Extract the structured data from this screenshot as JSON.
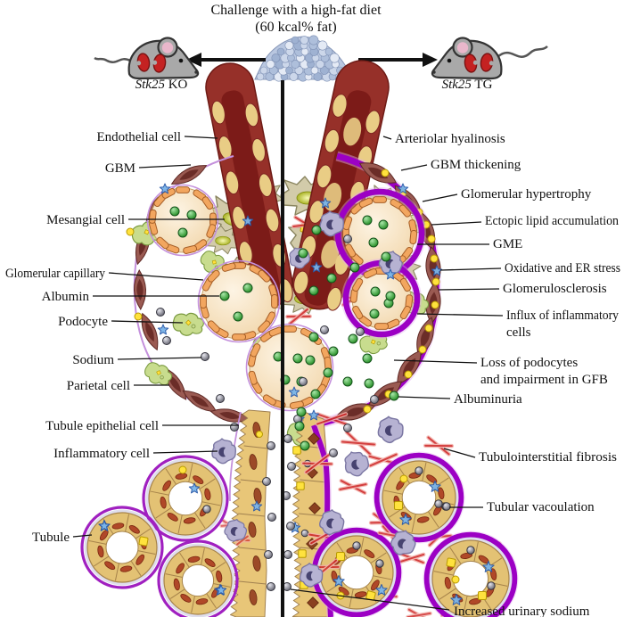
{
  "figure": {
    "title_line1": "Challenge with a high-fat diet",
    "title_line2": "(60 kcal% fat)",
    "left_model": {
      "gene": "Stk25",
      "type": " KO"
    },
    "right_model": {
      "gene": "Stk25",
      "type": " TG"
    }
  },
  "labels_left": [
    {
      "text": "Endothelial cell"
    },
    {
      "text": "GBM"
    },
    {
      "text": "Mesangial cell"
    },
    {
      "text": "Glomerular capillary"
    },
    {
      "text": "Albumin"
    },
    {
      "text": "Podocyte"
    },
    {
      "text": "Sodium"
    },
    {
      "text": "Parietal cell"
    },
    {
      "text": "Tubule epithelial cell"
    },
    {
      "text": "Inflammatory cell"
    },
    {
      "text": "Tubule"
    }
  ],
  "labels_right": [
    {
      "text": "Arteriolar hyalinosis"
    },
    {
      "text": "GBM thickening"
    },
    {
      "text": "Glomerular hypertrophy"
    },
    {
      "text": "Ectopic lipid accumulation"
    },
    {
      "text": "GME"
    },
    {
      "text": "Oxidative and ER stress"
    },
    {
      "text": "Glomerulosclerosis"
    },
    {
      "line1": "Influx of inflammatory",
      "line2": "cells"
    },
    {
      "line1": "Loss of podocytes",
      "line2": "and impairment in GFB"
    },
    {
      "text": "Albuminuria"
    },
    {
      "text": "Tubulointerstitial fibrosis"
    },
    {
      "text": "Tubular vacoulation"
    },
    {
      "text": "Increased urinary sodium"
    }
  ],
  "colors": {
    "divider": "#111111",
    "capsule_thick_purple": "#9c00c4",
    "capsule_glow": "#e2aaf0",
    "capsule_thin_purple": "#c490dc",
    "vessel_red": "#963029",
    "vessel_lumen": "#7c1b18",
    "vessel_cell_tan": "#e9cd85",
    "albumin_green": "#1f8a1f",
    "sodium_gray": "#62626e",
    "lipid_yellow": "#ffe23d",
    "fibrosis_red": "#cf2b2b",
    "fibrosis_pink": "#f2b2ac",
    "tubule_tan": "#e3c274",
    "tubule_line": "#a6834a",
    "tubule_nucleus": "#b04828",
    "mesangium_fill": "#d2cbaa",
    "mesangium_edge": "#8a8560",
    "inflammatory_lavender": "#b6b2d2",
    "inflammatory_edge": "#7b77a3",
    "podocyte_green": "#c8dc8e",
    "podocyte_edge": "#7a9a40",
    "parietal_fill": "#9a5a52",
    "parietal_nucleus": "#6b2d28",
    "capillary_seg": "#f2a65f",
    "capillary_seg_edge": "#a65f28",
    "star_blue": "#7ab4e8",
    "star_edge": "#2858a8",
    "mouse_gray": "#a9a9a9",
    "kidney_red": "#c42222",
    "chow_blue": "#b9c7e0"
  }
}
